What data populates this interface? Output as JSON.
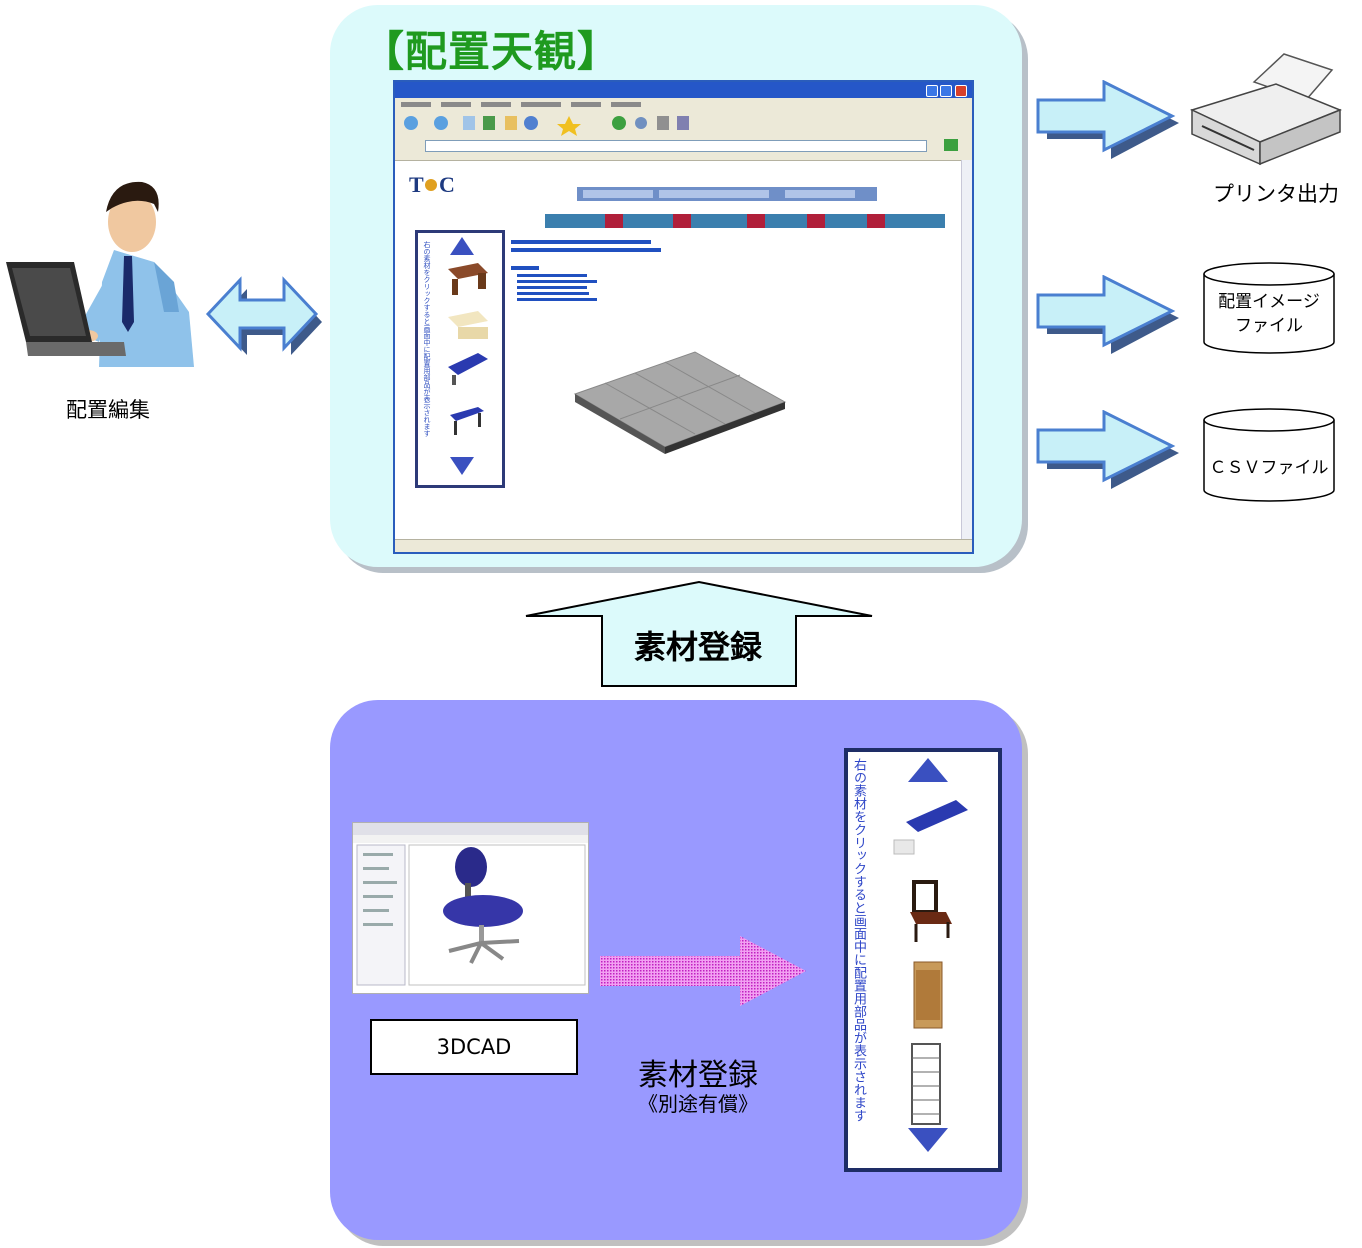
{
  "title": "【配置天観】",
  "user_label": "配置編集",
  "outputs": {
    "printer_label": "プリンタ出力",
    "image_file_label_line1": "配置イメージ",
    "image_file_label_line2": "ファイル",
    "csv_label": "ＣＳＶファイル"
  },
  "up_arrow_label": "素材登録",
  "cad_label": "3DCAD",
  "registration": {
    "label": "素材登録",
    "note": "《別途有償》"
  },
  "parts_panel_text": "右の素材をクリックすると画面中に配置用部品が表示されます",
  "colors": {
    "top_panel": "#dcfafb",
    "bottom_panel": "#9999ff",
    "title_green": "#1f9a1f",
    "arrow_fill": "#c8f0f8",
    "arrow_stroke": "#4a7fd0",
    "pink_arrow": "#e040e0"
  }
}
